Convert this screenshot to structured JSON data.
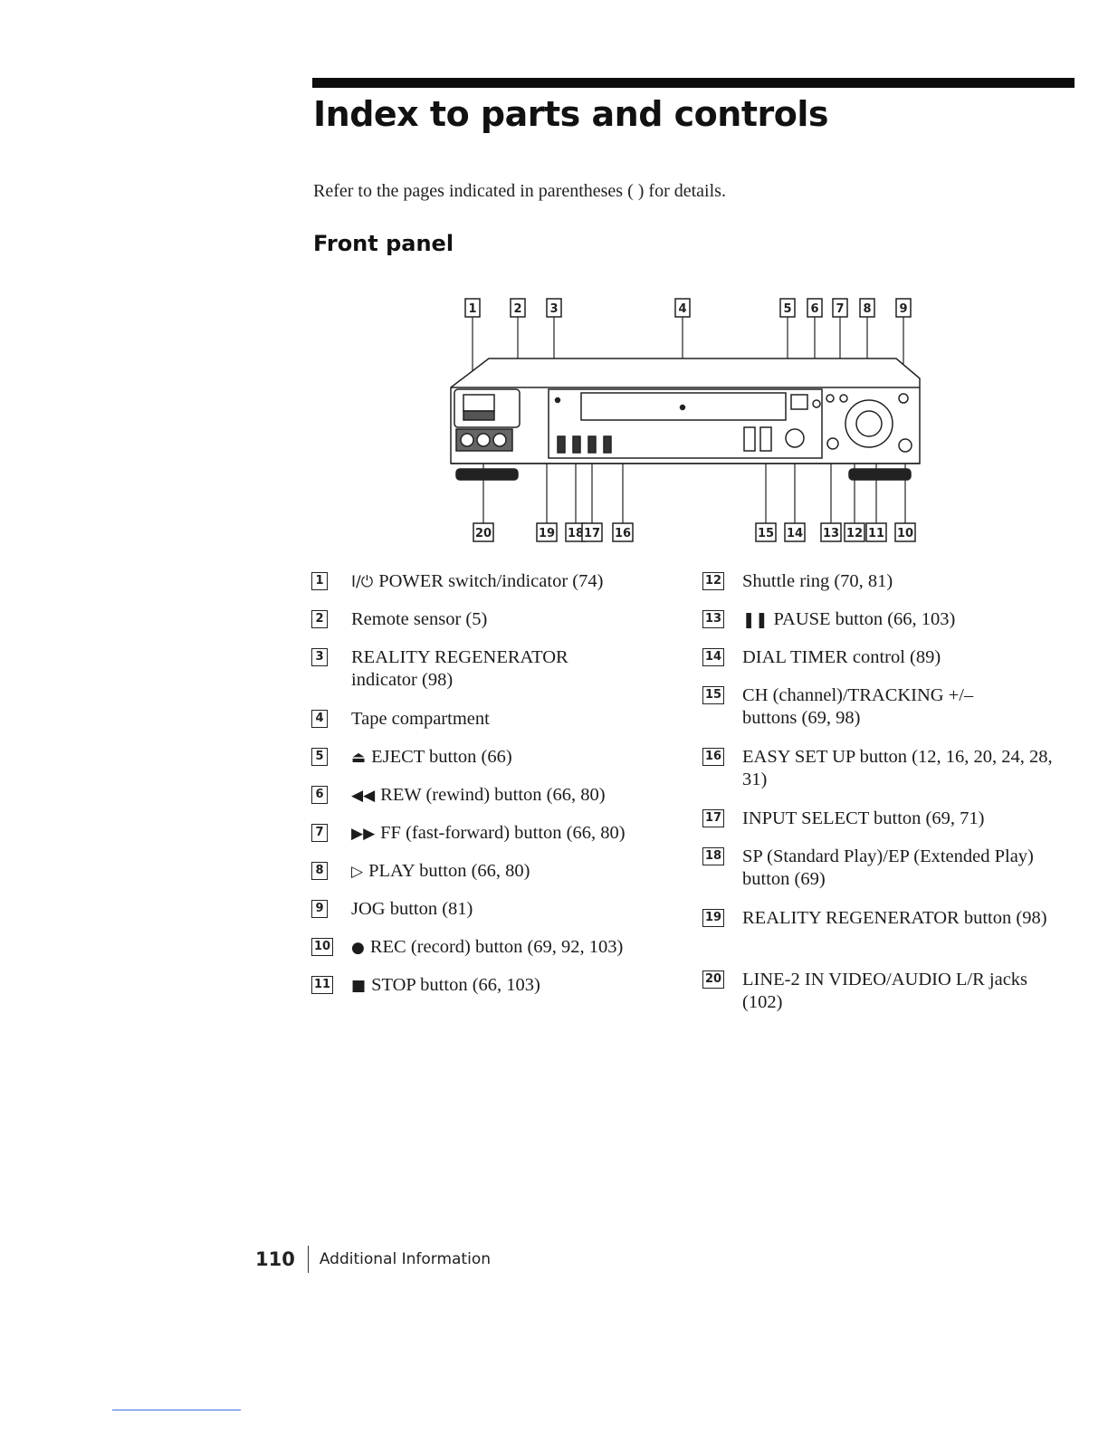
{
  "page": {
    "title": "Index to parts and controls",
    "intro": "Refer to the pages indicated in parentheses ( ) for details.",
    "section": "Front panel"
  },
  "diagram": {
    "top_callouts": [
      "1",
      "2",
      "3",
      "4",
      "5",
      "6",
      "7",
      "8",
      "9"
    ],
    "bottom_callouts": [
      "20",
      "19",
      "18",
      "17",
      "16",
      "15",
      "14",
      "13",
      "12",
      "11",
      "10"
    ]
  },
  "left_items": [
    {
      "num": "1",
      "symbol": "I/⏻",
      "text": "POWER switch/indicator (74)"
    },
    {
      "num": "2",
      "symbol": "",
      "text": "Remote sensor (5)"
    },
    {
      "num": "3",
      "symbol": "",
      "text": "REALITY REGENERATOR indicator (98)"
    },
    {
      "num": "4",
      "symbol": "",
      "text": "Tape compartment"
    },
    {
      "num": "5",
      "symbol": "⏏",
      "text": "EJECT button (66)"
    },
    {
      "num": "6",
      "symbol": "◀◀",
      "text": "REW (rewind) button (66, 80)"
    },
    {
      "num": "7",
      "symbol": "▶▶",
      "text": "FF (fast-forward) button (66, 80)"
    },
    {
      "num": "8",
      "symbol": "▷",
      "text": "PLAY button (66, 80)"
    },
    {
      "num": "9",
      "symbol": "",
      "text": "JOG button (81)"
    },
    {
      "num": "10",
      "symbol": "●",
      "text": "REC (record) button (69, 92, 103)"
    },
    {
      "num": "11",
      "symbol": "■",
      "text": "STOP button (66, 103)"
    }
  ],
  "right_items": [
    {
      "num": "12",
      "symbol": "",
      "text": "Shuttle ring (70, 81)"
    },
    {
      "num": "13",
      "symbol": "❚❚",
      "text": "PAUSE button (66, 103)"
    },
    {
      "num": "14",
      "symbol": "",
      "text": "DIAL TIMER control (89)"
    },
    {
      "num": "15",
      "symbol": "",
      "text": "CH (channel)/TRACKING +/– buttons (69, 98)"
    },
    {
      "num": "16",
      "symbol": "",
      "text": "EASY SET UP button (12, 16, 20, 24, 28, 31)"
    },
    {
      "num": "17",
      "symbol": "",
      "text": "INPUT SELECT button (69, 71)"
    },
    {
      "num": "18",
      "symbol": "",
      "text": "SP (Standard Play)/EP (Extended Play) button (69)"
    },
    {
      "num": "19",
      "symbol": "",
      "text": "REALITY REGENERATOR button (98)"
    },
    {
      "num": "20",
      "symbol": "",
      "text": "LINE-2 IN VIDEO/AUDIO L/R jacks (102)"
    }
  ],
  "footer": {
    "page_number": "110",
    "section": "Additional Information"
  }
}
